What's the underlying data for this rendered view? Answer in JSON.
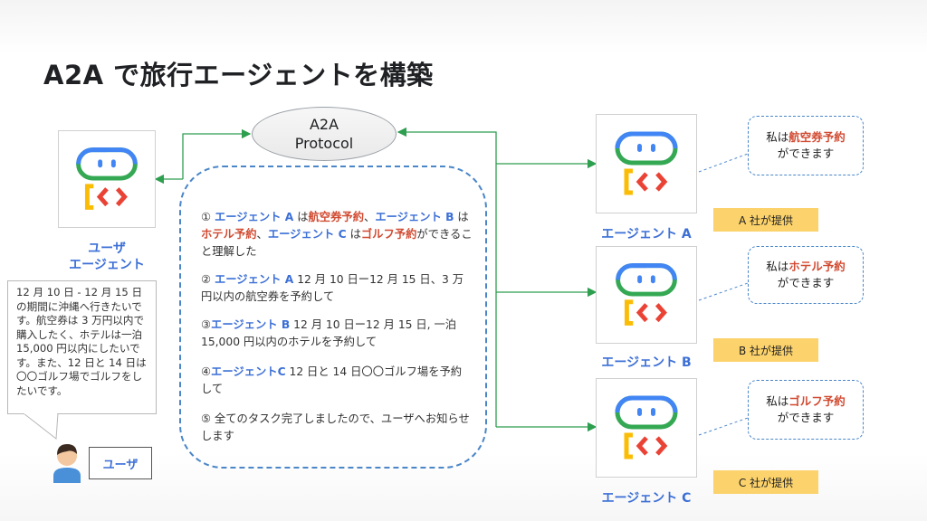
{
  "title": "A2A で旅行エージェントを構築",
  "protocol": {
    "line1": "A2A",
    "line2": "Protocol"
  },
  "user_agent": {
    "label_line1": "ユーザ",
    "label_line2": "エージェント"
  },
  "user_request": "12 月 10 日 - 12 月 15 日の期間に沖縄へ行きたいです。航空券は 3 万円以内で購入したく、ホテルは一泊 15,000 円以内にしたいです。また、12 日と 14 日は〇〇ゴルフ場でゴルフをしたいです。",
  "user": {
    "label": "ユーザ"
  },
  "tasks": [
    {
      "segments": [
        {
          "t": "① ",
          "s": ""
        },
        {
          "t": "エージェント A",
          "s": "blue"
        },
        {
          "t": " は",
          "s": ""
        },
        {
          "t": "航空券予約",
          "s": "red"
        },
        {
          "t": "、",
          "s": ""
        },
        {
          "t": "エージェント B",
          "s": "blue"
        },
        {
          "t": " は",
          "s": ""
        },
        {
          "t": "ホテル予約",
          "s": "red"
        },
        {
          "t": "、",
          "s": ""
        },
        {
          "t": "エージェント C",
          "s": "blue"
        },
        {
          "t": " は",
          "s": ""
        },
        {
          "t": "ゴルフ予約",
          "s": "red"
        },
        {
          "t": "ができること理解した",
          "s": ""
        }
      ]
    },
    {
      "segments": [
        {
          "t": "② ",
          "s": ""
        },
        {
          "t": "エージェント A",
          "s": "blue"
        },
        {
          "t": " 12 月 10 日ー12 月 15 日、3 万円以内の航空券を予約して",
          "s": ""
        }
      ]
    },
    {
      "segments": [
        {
          "t": "③",
          "s": ""
        },
        {
          "t": "エージェント B",
          "s": "blue"
        },
        {
          "t": " 12 月 10 日ー12 月 15 日, 一泊 15,000 円以内のホテルを予約して",
          "s": ""
        }
      ]
    },
    {
      "segments": [
        {
          "t": "④",
          "s": ""
        },
        {
          "t": "エージェントC",
          "s": "blue"
        },
        {
          "t": " 12 日と 14 日〇〇ゴルフ場を予約して",
          "s": ""
        }
      ]
    },
    {
      "segments": [
        {
          "t": "⑤ 全てのタスク完了しましたので、ユーザへお知らせします",
          "s": ""
        }
      ]
    }
  ],
  "agents": [
    {
      "name": "エージェント A",
      "ability_prefix": "私は",
      "ability": "航空券予約",
      "ability_suffix": "ができます",
      "provider": "A 社が提供"
    },
    {
      "name": "エージェント B",
      "ability_prefix": "私は",
      "ability": "ホテル予約",
      "ability_suffix": "ができます",
      "provider": "B 社が提供"
    },
    {
      "name": "エージェント C",
      "ability_prefix": "私は",
      "ability": "ゴルフ予約",
      "ability_suffix": "ができます",
      "provider": "C 社が提供"
    }
  ],
  "colors": {
    "agent_name": "#3c6fd6",
    "highlight": "#d14b32",
    "connector": "#2e9e4f",
    "dashed": "#4a86c8",
    "provider_tag": "#fbd26b"
  },
  "icons": [
    "robot-agent-icon",
    "user-avatar-icon"
  ]
}
